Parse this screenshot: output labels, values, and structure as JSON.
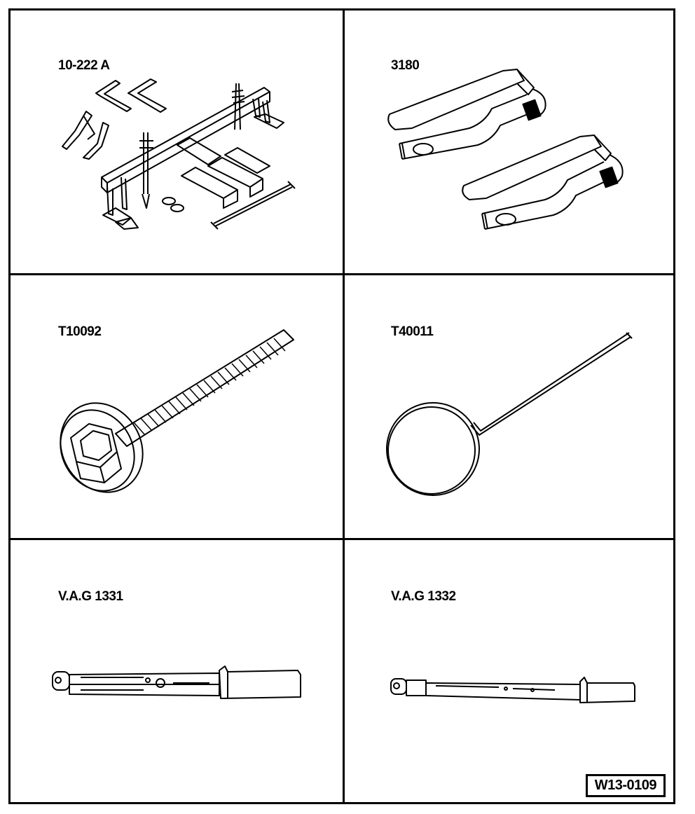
{
  "tools": [
    {
      "id": "10-222 A"
    },
    {
      "id": "3180"
    },
    {
      "id": "T10092"
    },
    {
      "id": "T40011"
    },
    {
      "id": "V.A.G 1331"
    },
    {
      "id": "V.A.G 1332"
    }
  ],
  "figure_ref": "W13-0109",
  "colors": {
    "line": "#000000",
    "background": "#ffffff"
  },
  "icons": [
    "engine-support-bridge-icon",
    "counterhold-tool-icon",
    "bolt-icon",
    "wire-hook-icon",
    "torque-wrench-icon",
    "torque-wrench-icon"
  ]
}
